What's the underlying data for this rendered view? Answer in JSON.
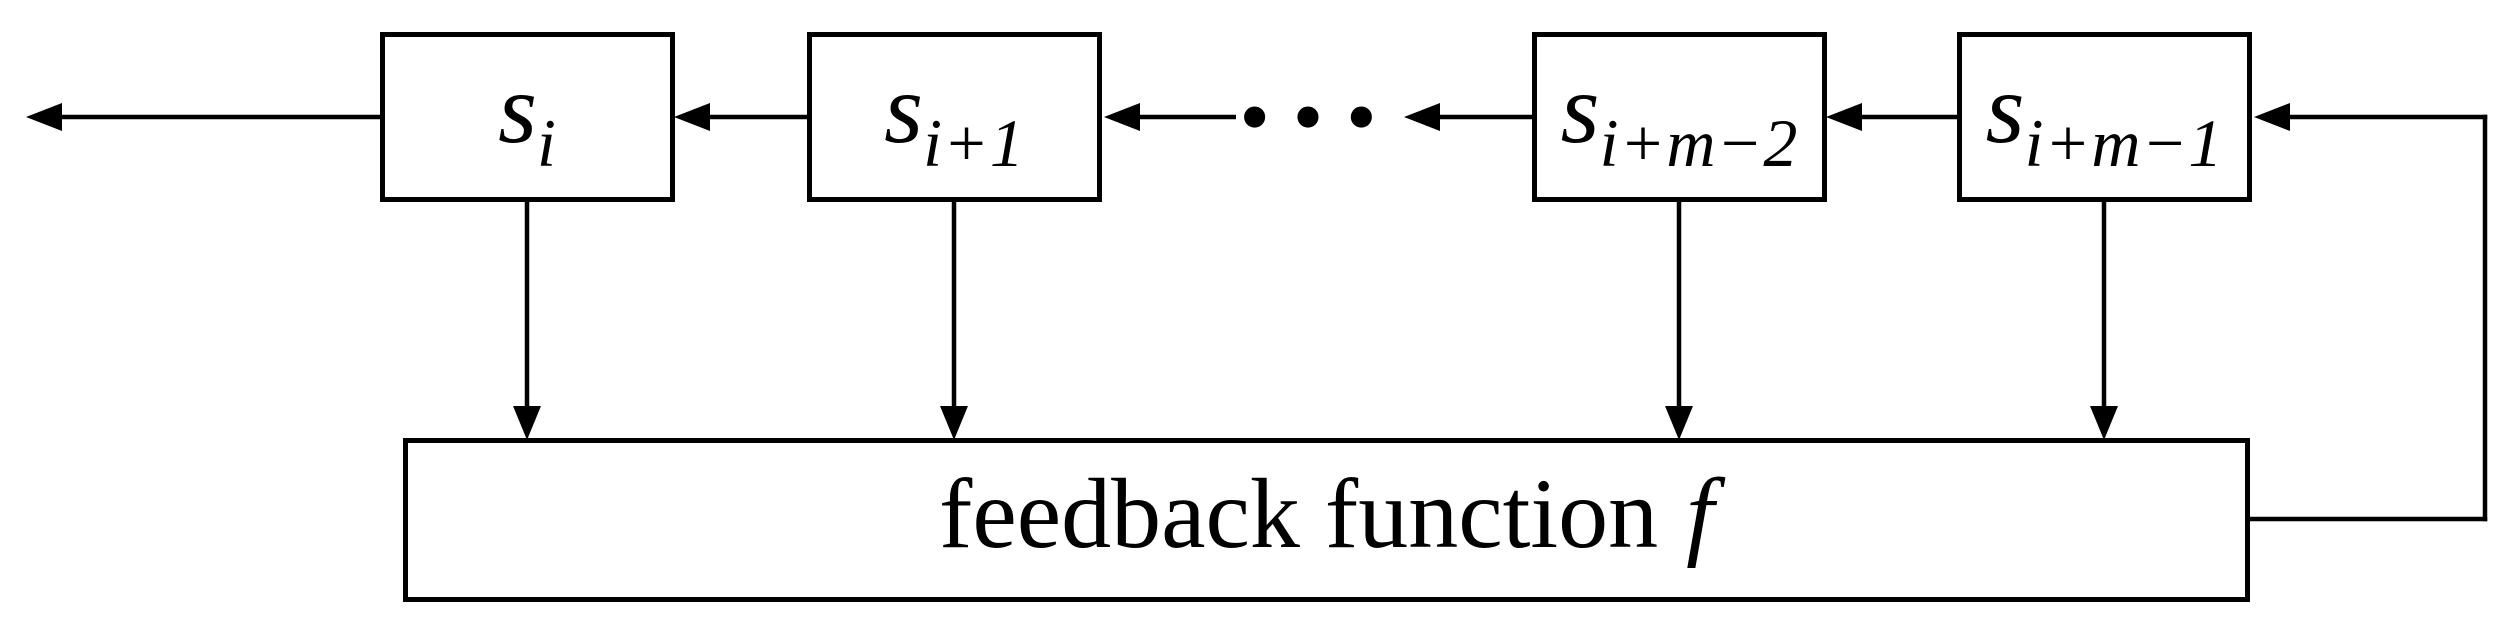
{
  "diagram": {
    "background_color": "#ffffff",
    "line_color": "#000000",
    "register_cells": [
      {
        "base": "s",
        "sub": "i"
      },
      {
        "base": "s",
        "sub": "i+1"
      },
      {
        "base": "s",
        "sub": "i+m−2"
      },
      {
        "base": "s",
        "sub": "i+m−1"
      }
    ],
    "ellipsis": "···",
    "feedback_box": {
      "text": "feedback function",
      "symbol": "f"
    }
  }
}
